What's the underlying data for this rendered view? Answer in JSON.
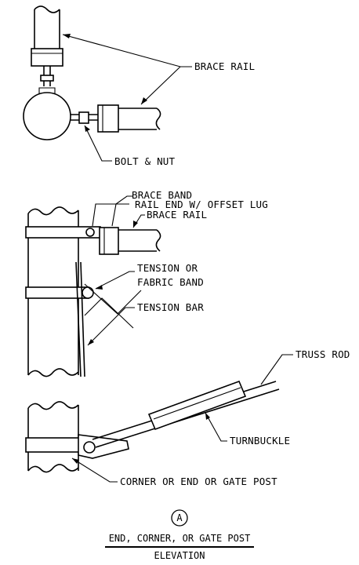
{
  "labels": {
    "brace_rail_top": "BRACE RAIL",
    "bolt_nut": "BOLT & NUT",
    "brace_band": "BRACE BAND",
    "rail_end": "RAIL END W/ OFFSET LUG",
    "brace_rail_mid": "BRACE RAIL",
    "tension_band_1": "TENSION OR",
    "tension_band_2": "FABRIC BAND",
    "tension_bar": "TENSION BAR",
    "truss_rod": "TRUSS ROD",
    "turnbuckle": "TURNBUCKLE",
    "corner_post": "CORNER OR END OR GATE POST"
  },
  "title": {
    "marker": "A",
    "line1": "END, CORNER, OR GATE POST",
    "line2": "ELEVATION"
  }
}
